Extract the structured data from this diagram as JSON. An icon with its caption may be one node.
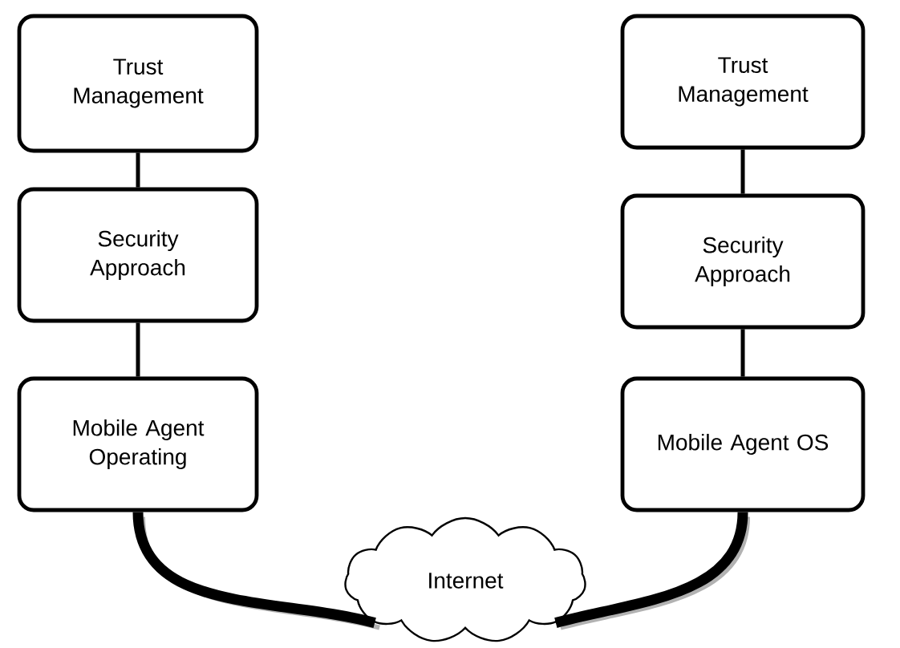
{
  "diagram": {
    "nodes": [
      {
        "text": [
          "Trust Management"
        ]
      },
      {
        "text": [
          "Security Approach"
        ]
      },
      {
        "text": [
          "Mobile Agent Operating"
        ]
      },
      {
        "text": [
          "Trust Management"
        ]
      },
      {
        "text": [
          "Security Approach"
        ]
      },
      {
        "text": [
          "Mobile Agent OS"
        ]
      },
      {
        "text": [
          "Internet"
        ]
      }
    ],
    "edges": [
      {
        "from": 0,
        "to": 1,
        "arrow": "none"
      },
      {
        "from": 1,
        "to": 2,
        "arrow": "none"
      },
      {
        "from": 3,
        "to": 4,
        "arrow": "none"
      },
      {
        "from": 4,
        "to": 5,
        "arrow": "none"
      },
      {
        "from": 2,
        "to": 6,
        "arrow": "none",
        "style": "thick"
      },
      {
        "from": 6,
        "to": 5,
        "arrow": "none",
        "style": "thick"
      }
    ]
  }
}
